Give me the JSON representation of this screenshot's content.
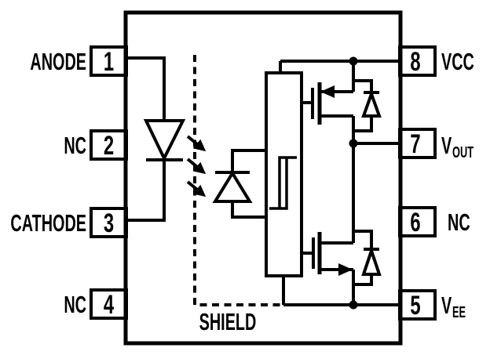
{
  "diagram_title": "optocoupler-gate-driver-pinout",
  "colors": {
    "line": "#000000",
    "background": "#ffffff"
  },
  "pins": {
    "left": [
      {
        "num": "1",
        "label": "ANODE"
      },
      {
        "num": "2",
        "label": "NC"
      },
      {
        "num": "3",
        "label": "CATHODE"
      },
      {
        "num": "4",
        "label": "NC"
      }
    ],
    "right": [
      {
        "num": "8",
        "label": "VCC",
        "sub": ""
      },
      {
        "num": "7",
        "label": "V",
        "sub": "OUT"
      },
      {
        "num": "6",
        "label": "NC",
        "sub": ""
      },
      {
        "num": "5",
        "label": "V",
        "sub": "EE"
      }
    ]
  },
  "labels": {
    "shield": "SHIELD"
  },
  "icons": [
    "led-icon",
    "light-emission-arrows-icon",
    "photodiode-icon",
    "schmitt-trigger-icon",
    "high-side-mosfet-icon",
    "high-side-body-diode-icon",
    "low-side-mosfet-icon",
    "low-side-body-diode-icon",
    "shield-dashed-boundary"
  ]
}
